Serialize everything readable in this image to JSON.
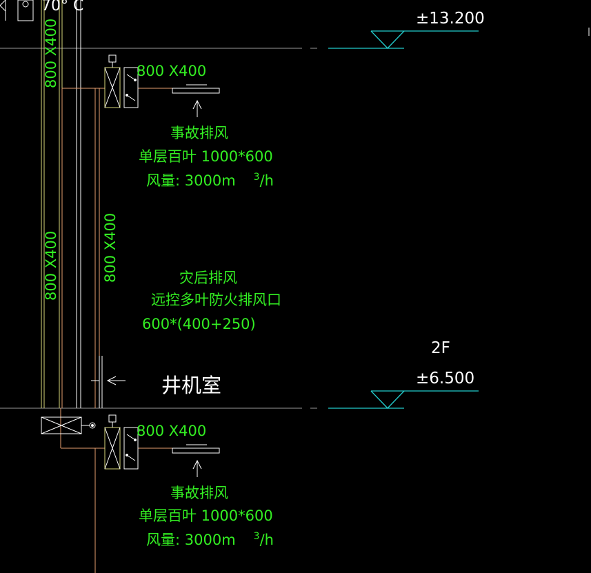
{
  "top_left": {
    "temp_label": "70° C"
  },
  "levels": [
    {
      "elevation": "±13.200",
      "floor": ""
    },
    {
      "elevation": "±6.500",
      "floor": "2F"
    }
  ],
  "duct_labels": {
    "main_riser_upper": "800 X400",
    "main_riser_lower": "800 X400",
    "branch_riser": "800 X400",
    "upper_branch": "800 X400",
    "lower_branch": "800 X400"
  },
  "exhaust_upper": {
    "title": "事故排风",
    "type": "单层百叶   1000*600",
    "flow_prefix": "风量:  3000m",
    "flow_sup": "3",
    "flow_suffix": "/h"
  },
  "exhaust_lower": {
    "title": "事故排风",
    "type": "单层百叶   1000*600",
    "flow_prefix": "风量:  3000m",
    "flow_sup": "3",
    "flow_suffix": "/h"
  },
  "post_fire": {
    "title": "灾后排风",
    "type": "远控多叶防火排风口",
    "size": "600*(400+250)"
  },
  "room_label": "井机室"
}
